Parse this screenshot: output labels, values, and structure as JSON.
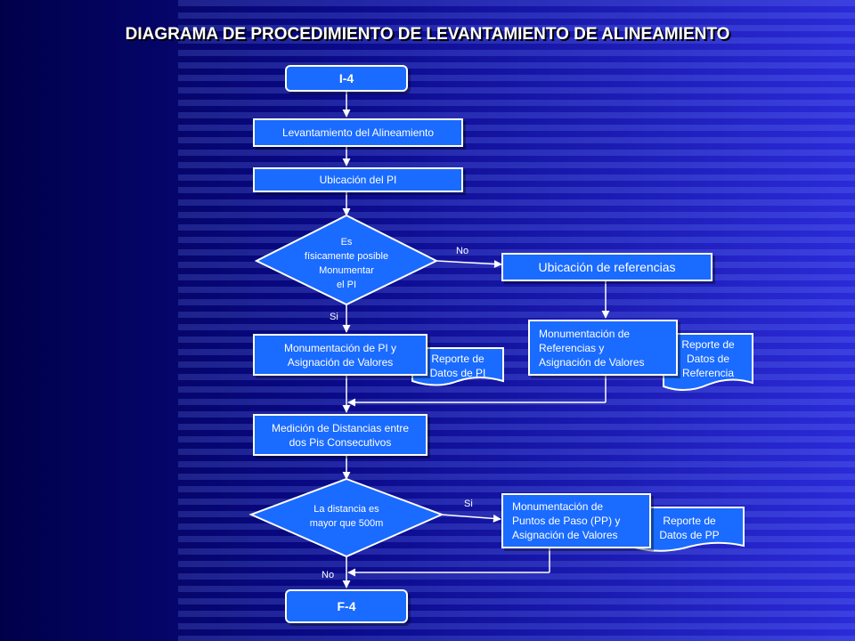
{
  "title": "DIAGRAMA DE PROCEDIMIENTO DE LEVANTAMIENTO DE ALINEAMIENTO",
  "colors": {
    "box_fill": "#1a6bff",
    "outline": "#ffffff",
    "background_dark": "#00004a",
    "background_light": "#2b2bd8"
  },
  "nodes": {
    "start": "I-4",
    "survey": "Levantamiento del Alineamiento",
    "locate_pi": "Ubicación del PI",
    "decision_pi": "Es\nfísicamente posible\nMonumentar\nel PI",
    "locate_refs": "Ubicación de referencias",
    "mon_pi": "Monumentación de PI y\nAsignación de Valores",
    "report_pi": "Reporte de\nDatos de PI",
    "mon_refs": "Monumentación de\nReferencias y\nAsignación de Valores",
    "report_refs": "Reporte de\nDatos de\nReferencia",
    "measure": "Medición de Distancias entre\ndos Pis Consecutivos",
    "decision_dist": "La distancia es\nmayor que 500m",
    "mon_pp": "Monumentación de\nPuntos de Paso (PP) y\nAsignación de Valores",
    "report_pp": "Reporte de\nDatos de PP",
    "end": "F-4"
  },
  "edge_labels": {
    "decision_pi_no": "No",
    "decision_pi_yes": "Si",
    "decision_dist_yes": "Si",
    "decision_dist_no": "No"
  }
}
